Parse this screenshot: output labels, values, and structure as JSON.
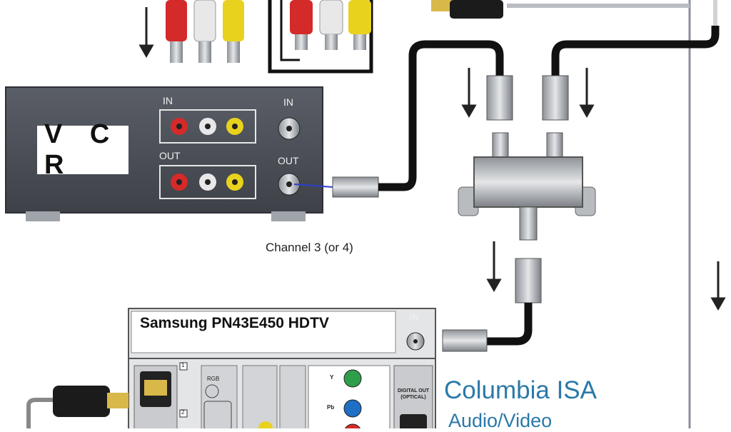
{
  "vcr": {
    "title": "V C R",
    "in_label": "IN",
    "out_label": "OUT",
    "ant_in_label": "IN",
    "ant_out_label": "OUT"
  },
  "splitter": {
    "note": "Channel 3 (or 4)"
  },
  "tv": {
    "title": "Samsung PN43E450 HDTV",
    "ant_in_label": "IN",
    "port1": "1",
    "port2": "2",
    "rgb_label": "RGB",
    "y_label": "Y",
    "pb_label": "Pb",
    "optical_label": "DIGITAL OUT (OPTICAL)"
  },
  "brand": {
    "name": "Columbia ISA",
    "subtitle": "Audio/Video"
  },
  "colors": {
    "cable": "#1a1a1a",
    "vcr_body": "#4a4d55",
    "brand_blue": "#2b79a8",
    "rca_red": "#d42a2a",
    "rca_white": "#e8e8e8",
    "rca_yellow": "#e8d21e"
  }
}
